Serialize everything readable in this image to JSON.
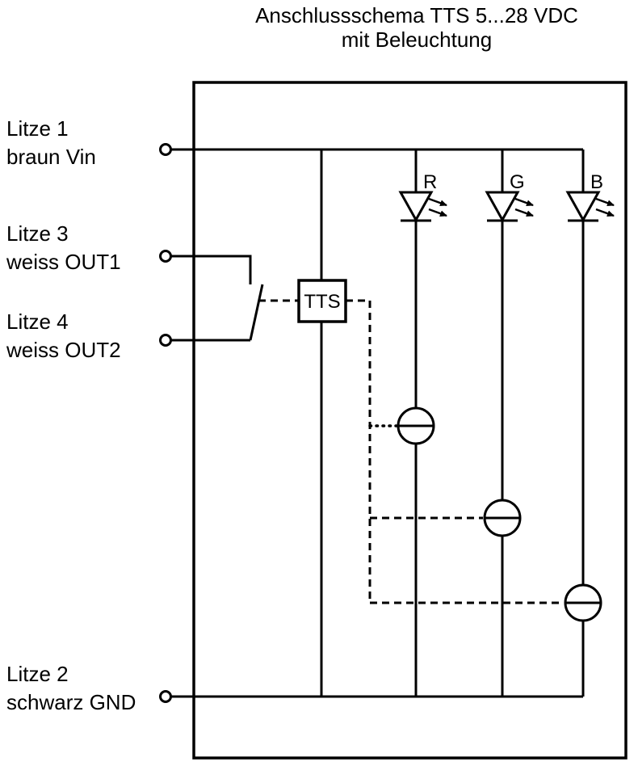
{
  "title": {
    "line1": "Anschlussschema TTS 5...28 VDC",
    "line2": "mit Beleuchtung"
  },
  "wires": {
    "litze1": {
      "name": "Litze 1",
      "desc": "braun Vin"
    },
    "litze3": {
      "name": "Litze 3",
      "desc": "weiss OUT1"
    },
    "litze4": {
      "name": "Litze 4",
      "desc": "weiss OUT2"
    },
    "litze2": {
      "name": "Litze 2",
      "desc": "schwarz GND"
    }
  },
  "components": {
    "tts_label": "TTS",
    "led_labels": {
      "red": "R",
      "green": "G",
      "blue": "B"
    }
  },
  "colors": {
    "line": "#000000",
    "background": "#ffffff"
  }
}
